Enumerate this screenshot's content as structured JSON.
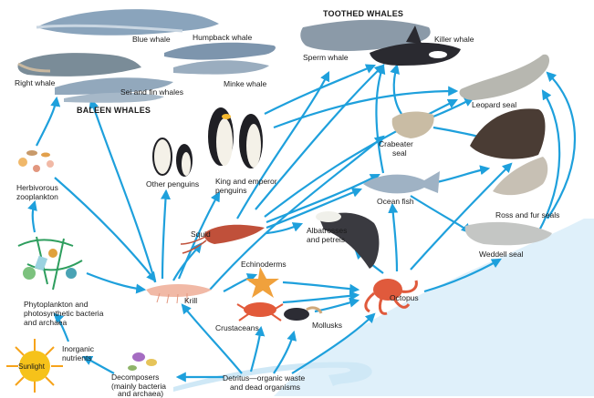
{
  "headings": {
    "baleen": "BALEEN WHALES",
    "toothed": "TOOTHED WHALES"
  },
  "labels": {
    "blue_whale": "Blue whale",
    "humpback_whale": "Humpback whale",
    "right_whale": "Right whale",
    "sei_fin_whales": "Sei and fin whales",
    "minke_whale": "Minke whale",
    "sperm_whale": "Sperm whale",
    "killer_whale": "Killer whale",
    "leopard_seal": "Leopard seal",
    "crabeater_seal_1": "Crabeater",
    "crabeater_seal_2": "seal",
    "ross_fur_seals": "Ross and fur seals",
    "weddell_seal": "Weddell seal",
    "ocean_fish": "Ocean fish",
    "albatrosses_1": "Albatrosses",
    "albatrosses_2": "and petrels",
    "octopus": "Octopus",
    "echinoderms": "Echinoderms",
    "crustaceans": "Crustaceans",
    "mollusks": "Mollusks",
    "squid": "Squid",
    "krill": "Krill",
    "other_penguins": "Other penguins",
    "king_emperor_1": "King and emperor",
    "king_emperor_2": "penguins",
    "herbivorous_zooplankton_1": "Herbivorous",
    "herbivorous_zooplankton_2": "zooplankton",
    "phytoplankton_1": "Phytoplankton and",
    "phytoplankton_2": "photosynthetic bacteria",
    "phytoplankton_3": "and archaea",
    "inorganic_nutrients_1": "Inorganic",
    "inorganic_nutrients_2": "nutrients",
    "sunlight": "Sunlight",
    "decomposers_1": "Decomposers",
    "decomposers_2": "(mainly bacteria",
    "decomposers_3": "and archaea)",
    "detritus_1": "Detritus—organic waste",
    "detritus_2": "and dead organisms"
  },
  "colors": {
    "arrow": "#1ea0dc",
    "water": "#dff0fa",
    "sun": "#f6c21a",
    "whale": "#8aa4bc",
    "whale_dark": "#2a2a30",
    "seal": "#b7b7b0",
    "seal_dark": "#4a3c34",
    "krill": "#f1b9a6",
    "crab": "#e25a3a",
    "starfish": "#f0a13c",
    "penguin_dark": "#1f1f24"
  }
}
